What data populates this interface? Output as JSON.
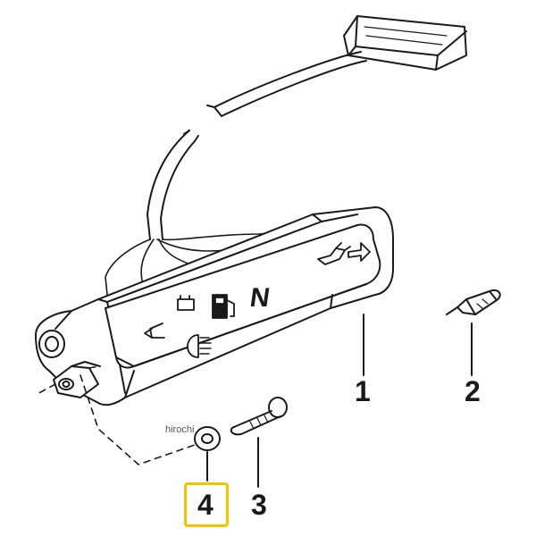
{
  "diagram": {
    "callouts": {
      "switch_unit": "1",
      "bulb": "2",
      "screw": "3",
      "washer": "4"
    },
    "indicator_letter": "N",
    "watermark": "hirochi",
    "icons": [
      "connector-icon",
      "turn-left-arrow-icon",
      "battery-icon",
      "fuel-pump-icon",
      "oil-can-icon",
      "turn-right-arrow-icon",
      "headlight-icon"
    ],
    "highlight_color": "#f2c400"
  }
}
